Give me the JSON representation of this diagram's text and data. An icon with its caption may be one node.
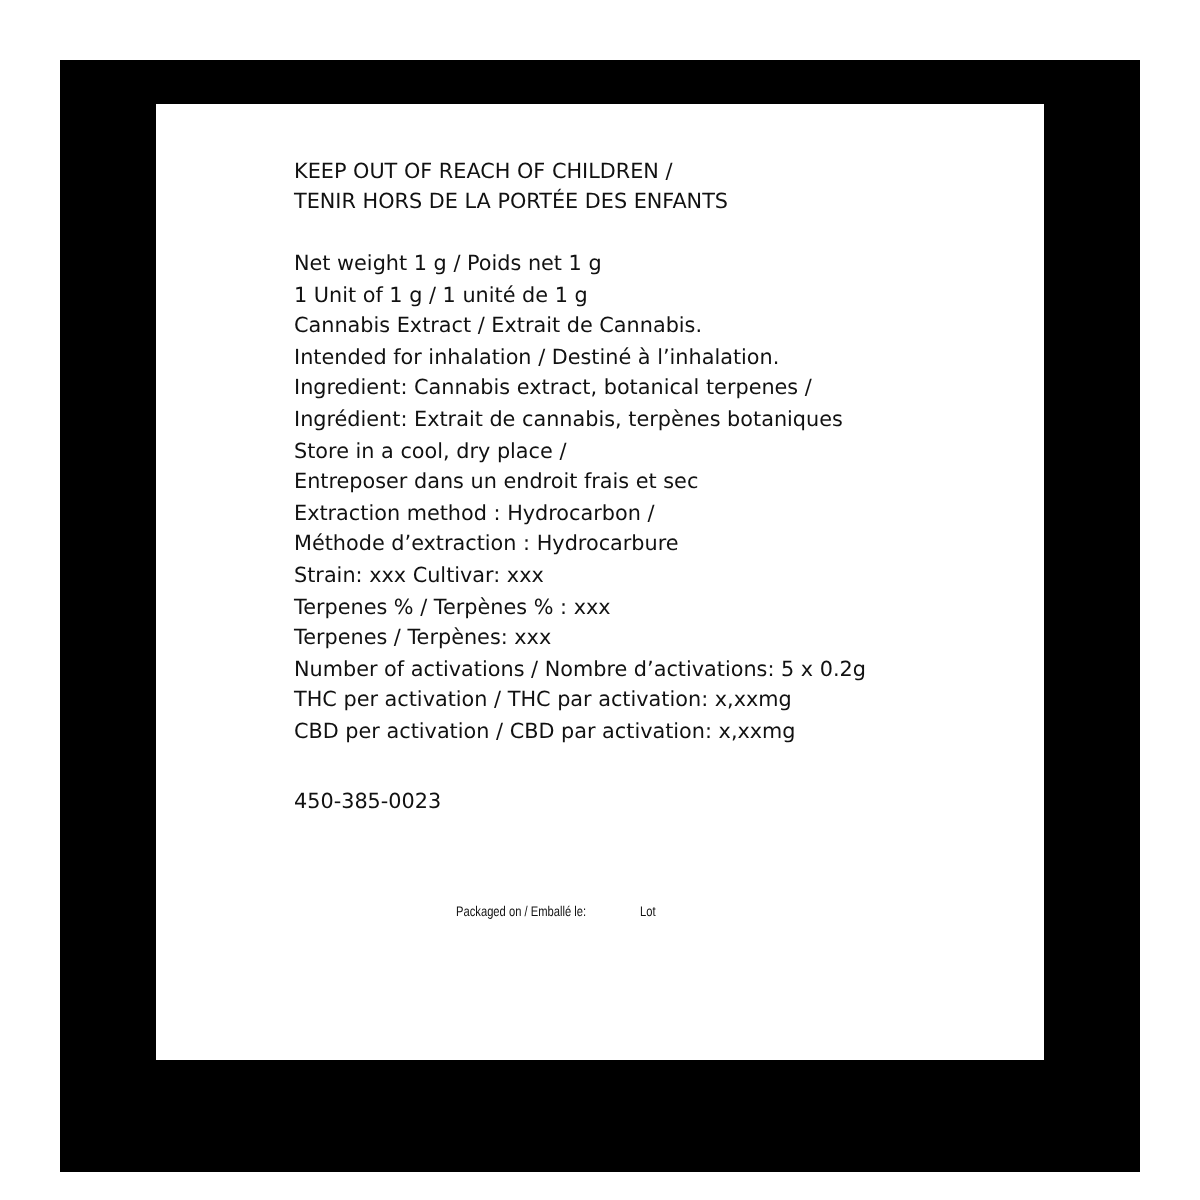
{
  "diagram": {
    "labels": [
      "KEEP OUT OF REACH OF CHILDREN /",
      "TENIR HORS DE LA PORTÉE DES ENFANTS",
      "Net weight 1 g / Poids net 1 g",
      "1 Unit of 1 g / 1 unité de 1 g",
      "Cannabis Extract / Extrait de Cannabis.",
      "Intended for inhalation / Destiné à l’inhalation.",
      "Ingredient: Cannabis extract, botanical terpenes /",
      "Ingrédient: Extrait de cannabis, terpènes botaniques",
      "Store in a cool, dry place /",
      "Entreposer dans un endroit frais et sec",
      "Extraction method : Hydrocarbon /",
      "Méthode d’extraction : Hydrocarbure",
      "Strain: xxx  Cultivar: xxx",
      "Terpenes % / Terpènes % : xxx",
      "Terpenes / Terpènes: xxx",
      "Number of activations / Nombre d’activations: 5 x 0.2g",
      "THC per activation / THC par activation: x,xxmg",
      "CBD per activation / CBD par activation: x,xxmg",
      "450-385-0023",
      "Packaged on / Emballé le:",
      "Lot"
    ]
  }
}
